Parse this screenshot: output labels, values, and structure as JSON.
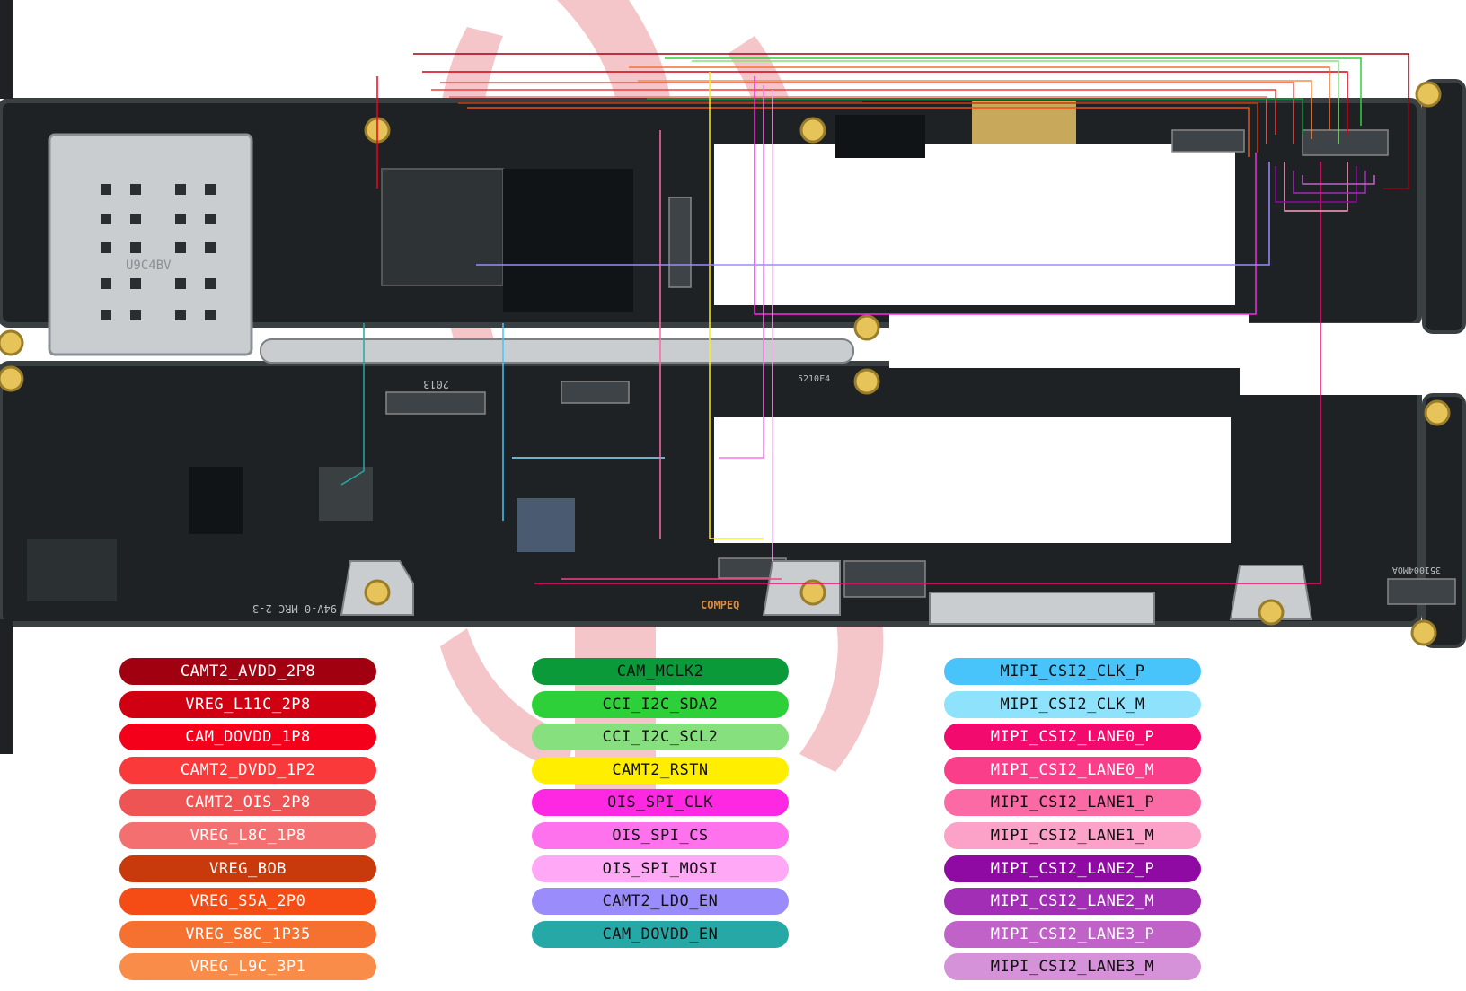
{
  "board": {
    "silkscreen": [
      "U9C4BV",
      "2013",
      "94V-0 MRC  2-3",
      "COMPEQ",
      "5210F4",
      "351004MOA"
    ],
    "colors": {
      "pcb": "#1e2224",
      "pcb_edge": "#3a3f42",
      "metal": "#c9cdd0",
      "gold": "#c8a85a",
      "watermark": "#f3bcc0"
    }
  },
  "legend": {
    "columns": [
      {
        "items": [
          {
            "label": "CAMT2_AVDD_2P8",
            "color": "#a00010",
            "text": "dark"
          },
          {
            "label": "VREG_L11C_2P8",
            "color": "#d00012",
            "text": "dark"
          },
          {
            "label": "CAM_DOVDD_1P8",
            "color": "#f4001a",
            "text": "dark"
          },
          {
            "label": "CAMT2_DVDD_1P2",
            "color": "#fa3a3a",
            "text": "dark"
          },
          {
            "label": "CAMT2_OIS_2P8",
            "color": "#ee5454",
            "text": "dark"
          },
          {
            "label": "VREG_L8C_1P8",
            "color": "#f47070",
            "text": "dark"
          },
          {
            "label": "VREG_BOB",
            "color": "#c83a0c",
            "text": "dark"
          },
          {
            "label": "VREG_S5A_2P0",
            "color": "#f44c14",
            "text": "dark"
          },
          {
            "label": "VREG_S8C_1P35",
            "color": "#f67030",
            "text": "dark"
          },
          {
            "label": "VREG_L9C_3P1",
            "color": "#f88c48",
            "text": "dark"
          }
        ]
      },
      {
        "items": [
          {
            "label": "CAM_MCLK2",
            "color": "#0a9a3a",
            "text": "light"
          },
          {
            "label": "CCI_I2C_SDA2",
            "color": "#2ed03a",
            "text": "light"
          },
          {
            "label": "CCI_I2C_SCL2",
            "color": "#86e07e",
            "text": "light"
          },
          {
            "label": "CAMT2_RSTN",
            "color": "#ffee00",
            "text": "light"
          },
          {
            "label": "OIS_SPI_CLK",
            "color": "#ff28e2",
            "text": "light"
          },
          {
            "label": "OIS_SPI_CS",
            "color": "#ff72ee",
            "text": "light"
          },
          {
            "label": "OIS_SPI_MOSI",
            "color": "#ffa8f6",
            "text": "light"
          },
          {
            "label": "CAMT2_LDO_EN",
            "color": "#9a8cfa",
            "text": "light"
          },
          {
            "label": "CAM_DOVDD_EN",
            "color": "#26a8a6",
            "text": "light"
          }
        ]
      },
      {
        "items": [
          {
            "label": "MIPI_CSI2_CLK_P",
            "color": "#48c4fa",
            "text": "light"
          },
          {
            "label": "MIPI_CSI2_CLK_M",
            "color": "#8ee2fc",
            "text": "light"
          },
          {
            "label": "MIPI_CSI2_LANE0_P",
            "color": "#f20a6e",
            "text": "dark"
          },
          {
            "label": "MIPI_CSI2_LANE0_M",
            "color": "#fa3e8a",
            "text": "dark"
          },
          {
            "label": "MIPI_CSI2_LANE1_P",
            "color": "#fc6aa6",
            "text": "light"
          },
          {
            "label": "MIPI_CSI2_LANE1_M",
            "color": "#fca2c8",
            "text": "light"
          },
          {
            "label": "MIPI_CSI2_LANE2_P",
            "color": "#8e0aa2",
            "text": "dark"
          },
          {
            "label": "MIPI_CSI2_LANE2_M",
            "color": "#a22eb6",
            "text": "dark"
          },
          {
            "label": "MIPI_CSI2_LANE3_P",
            "color": "#c062c8",
            "text": "dark"
          },
          {
            "label": "MIPI_CSI2_LANE3_M",
            "color": "#d692d8",
            "text": "light"
          }
        ]
      }
    ]
  }
}
